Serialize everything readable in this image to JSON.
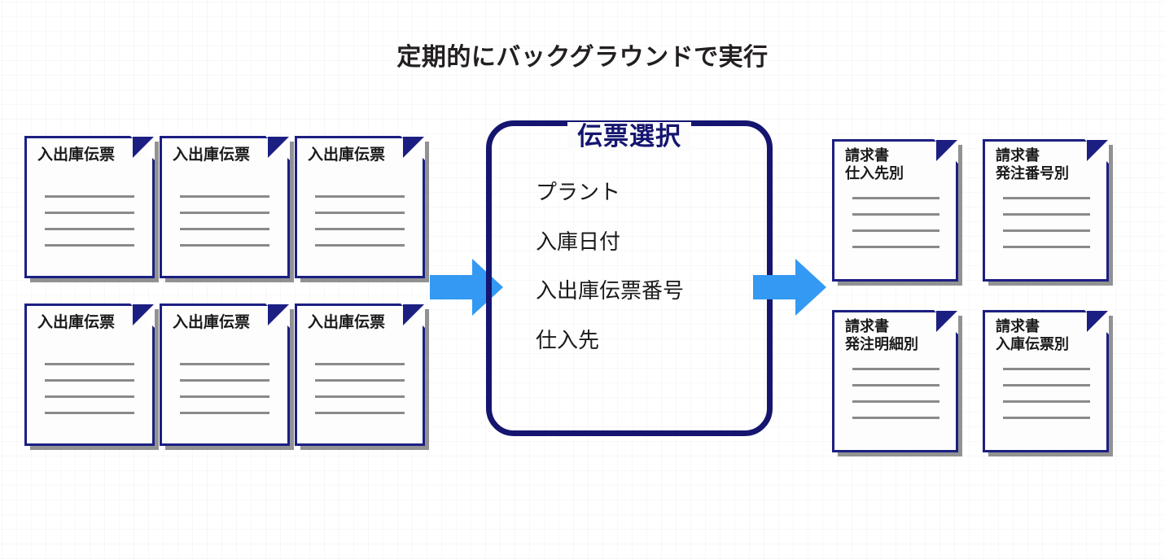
{
  "diagram": {
    "title": "定期的にバックグラウンドで実行",
    "colors": {
      "doc_border": "#1c1f82",
      "box_border": "#151570",
      "box_title": "#151570",
      "arrow": "#3399f2",
      "rule": "#8a8a8a",
      "background": "#ffffff"
    }
  },
  "input_documents": [
    {
      "title": "入出庫伝票",
      "rule_count": 4
    },
    {
      "title": "入出庫伝票",
      "rule_count": 4
    },
    {
      "title": "入出庫伝票",
      "rule_count": 4
    },
    {
      "title": "入出庫伝票",
      "rule_count": 4
    },
    {
      "title": "入出庫伝票",
      "rule_count": 4
    },
    {
      "title": "入出庫伝票",
      "rule_count": 4
    }
  ],
  "arrows": [
    {
      "name": "arrow-input-to-selection",
      "direction": "right"
    },
    {
      "name": "arrow-selection-to-output",
      "direction": "right"
    }
  ],
  "selection_box": {
    "title": "伝票選択",
    "criteria": [
      "プラント",
      "入庫日付",
      "入出庫伝票番号",
      "仕入先"
    ]
  },
  "output_documents": [
    {
      "title": "請求書\n仕入先別",
      "rule_count": 4
    },
    {
      "title": "請求書\n発注番号別",
      "rule_count": 4
    },
    {
      "title": "請求書\n発注明細別",
      "rule_count": 4
    },
    {
      "title": "請求書\n入庫伝票別",
      "rule_count": 4
    }
  ]
}
